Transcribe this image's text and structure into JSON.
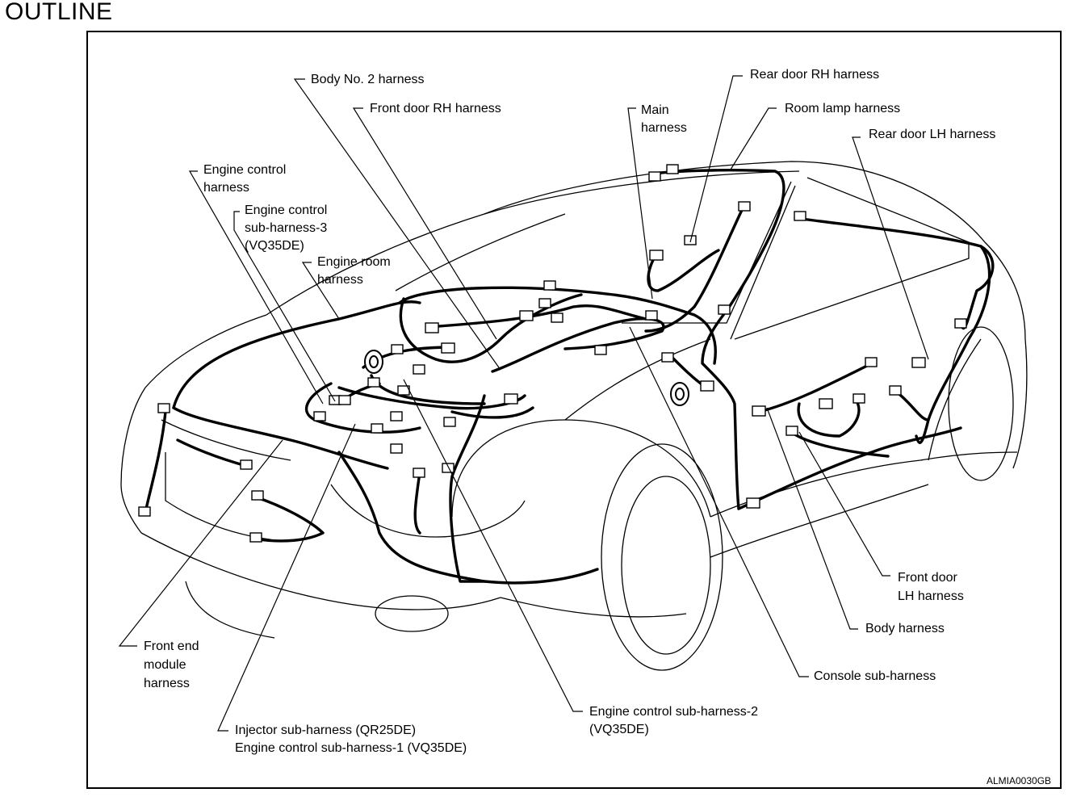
{
  "heading": "OUTLINE",
  "figure_code": "ALMIA0030GB",
  "labels": {
    "body_no2": "Body No. 2 harness",
    "front_door_rh": "Front door RH harness",
    "main_1": "Main",
    "main_2": "harness",
    "rear_door_rh": "Rear door RH harness",
    "room_lamp": "Room lamp harness",
    "rear_door_lh": "Rear door LH harness",
    "engine_control_1": "Engine control",
    "engine_control_2": "harness",
    "ecsh3_1": "Engine control",
    "ecsh3_2": "sub-harness-3",
    "ecsh3_3": "(VQ35DE)",
    "engine_room_1": "Engine room",
    "engine_room_2": "harness",
    "front_end_1": "Front end",
    "front_end_2": "module",
    "front_end_3": "harness",
    "injector_1": "Injector sub-harness (QR25DE)",
    "injector_2": "Engine control sub-harness-1 (VQ35DE)",
    "ecsh2_1": "Engine control sub-harness-2",
    "ecsh2_2": "(VQ35DE)",
    "console": "Console sub-harness",
    "body": "Body harness",
    "front_door_lh_1": "Front door",
    "front_door_lh_2": "LH harness"
  }
}
